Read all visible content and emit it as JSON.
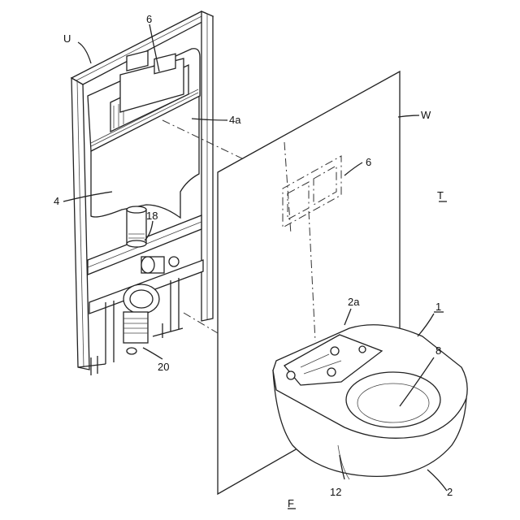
{
  "labels": {
    "U": "U",
    "n6_top": "6",
    "n4a": "4a",
    "n4": "4",
    "n18": "18",
    "n20": "20",
    "W": "W",
    "n6_right": "6",
    "T": "T",
    "n2a": "2a",
    "n1": "1",
    "n8": "8",
    "n12": "12",
    "n2": "2",
    "F": "F"
  }
}
